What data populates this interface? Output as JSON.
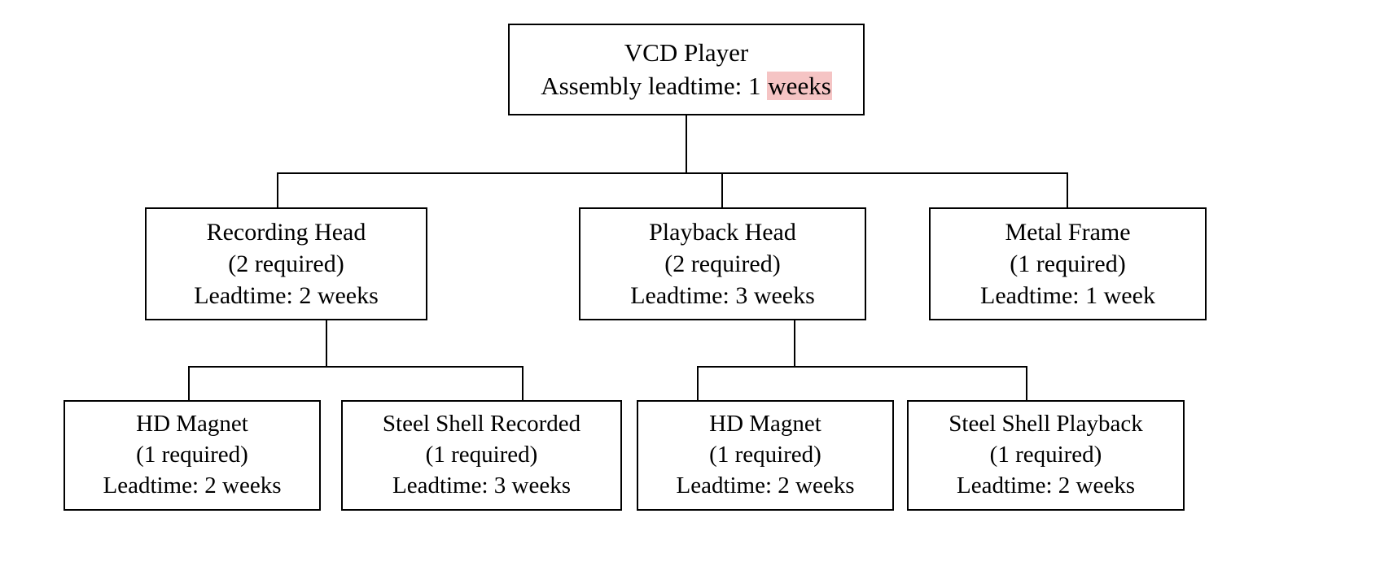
{
  "diagram": {
    "type": "bill-of-materials-tree",
    "colors": {
      "background": "#ffffff",
      "node_border": "#000000",
      "text": "#000000",
      "highlight": "#f5c4c4"
    },
    "root": {
      "title": "VCD Player",
      "leadtime_prefix": "Assembly leadtime: 1",
      "leadtime_highlighted": "weeks"
    },
    "level2": [
      {
        "title": "Recording Head",
        "quantity": "(2 required)",
        "leadtime": "Leadtime: 2 weeks"
      },
      {
        "title": "Playback Head",
        "quantity": "(2 required)",
        "leadtime": "Leadtime: 3 weeks"
      },
      {
        "title": "Metal Frame",
        "quantity": "(1 required)",
        "leadtime": "Leadtime: 1 week"
      }
    ],
    "level3": [
      {
        "title": "HD Magnet",
        "quantity": "(1 required)",
        "leadtime": "Leadtime: 2 weeks"
      },
      {
        "title": "Steel Shell Recorded",
        "quantity": "(1 required)",
        "leadtime": "Leadtime: 3 weeks"
      },
      {
        "title": "HD Magnet",
        "quantity": "(1 required)",
        "leadtime": "Leadtime: 2 weeks"
      },
      {
        "title": "Steel Shell Playback",
        "quantity": "(1 required)",
        "leadtime": "Leadtime: 2 weeks"
      }
    ]
  }
}
